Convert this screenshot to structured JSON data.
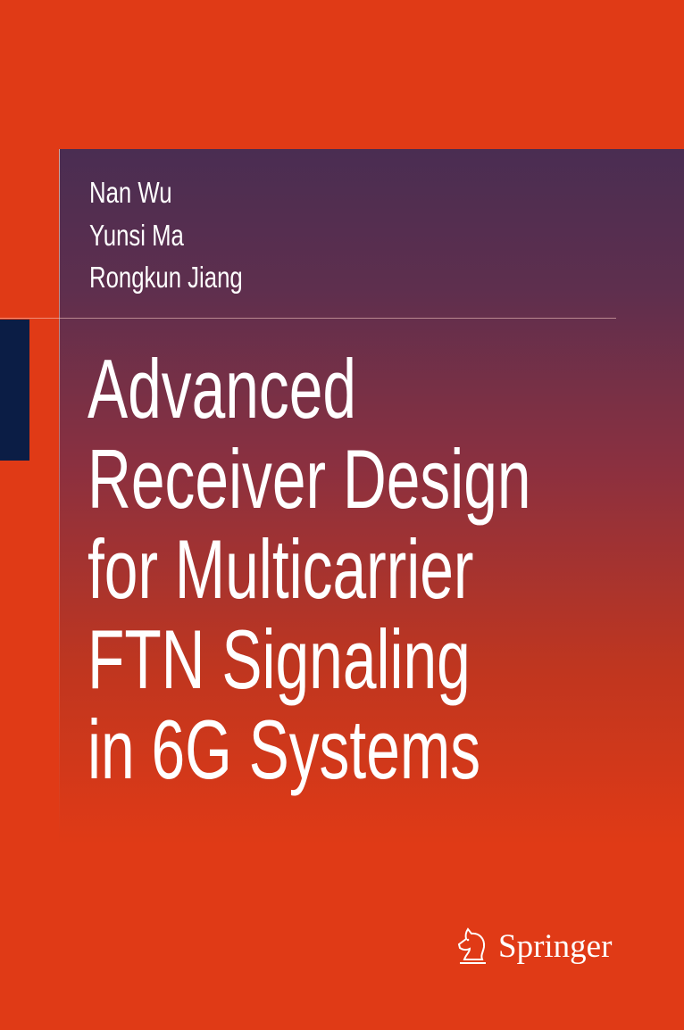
{
  "cover": {
    "authors": [
      "Nan Wu",
      "Yunsi Ma",
      "Rongkun Jiang"
    ],
    "title_lines": [
      "Advanced",
      "Receiver Design",
      "for Multicarrier",
      "FTN Signaling",
      "in 6G Systems"
    ],
    "publisher": "Springer",
    "colors": {
      "background": "#e03a16",
      "panel_top": "#4a2d52",
      "accent_block": "#0b1d45"
    }
  }
}
